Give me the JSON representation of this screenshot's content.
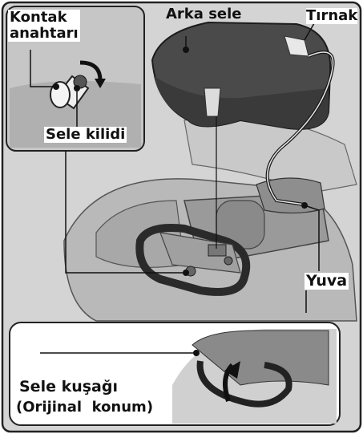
{
  "labels": {
    "ignition_key": "Kontak\nanahtarı",
    "rear_seat": "Arka sele",
    "hook": "Tırnak",
    "seat_lock": "Sele kilidi",
    "slot": "Yuva",
    "seat_strap": "Sele kuşağı",
    "original_position": "(Orijinal  konum)"
  }
}
